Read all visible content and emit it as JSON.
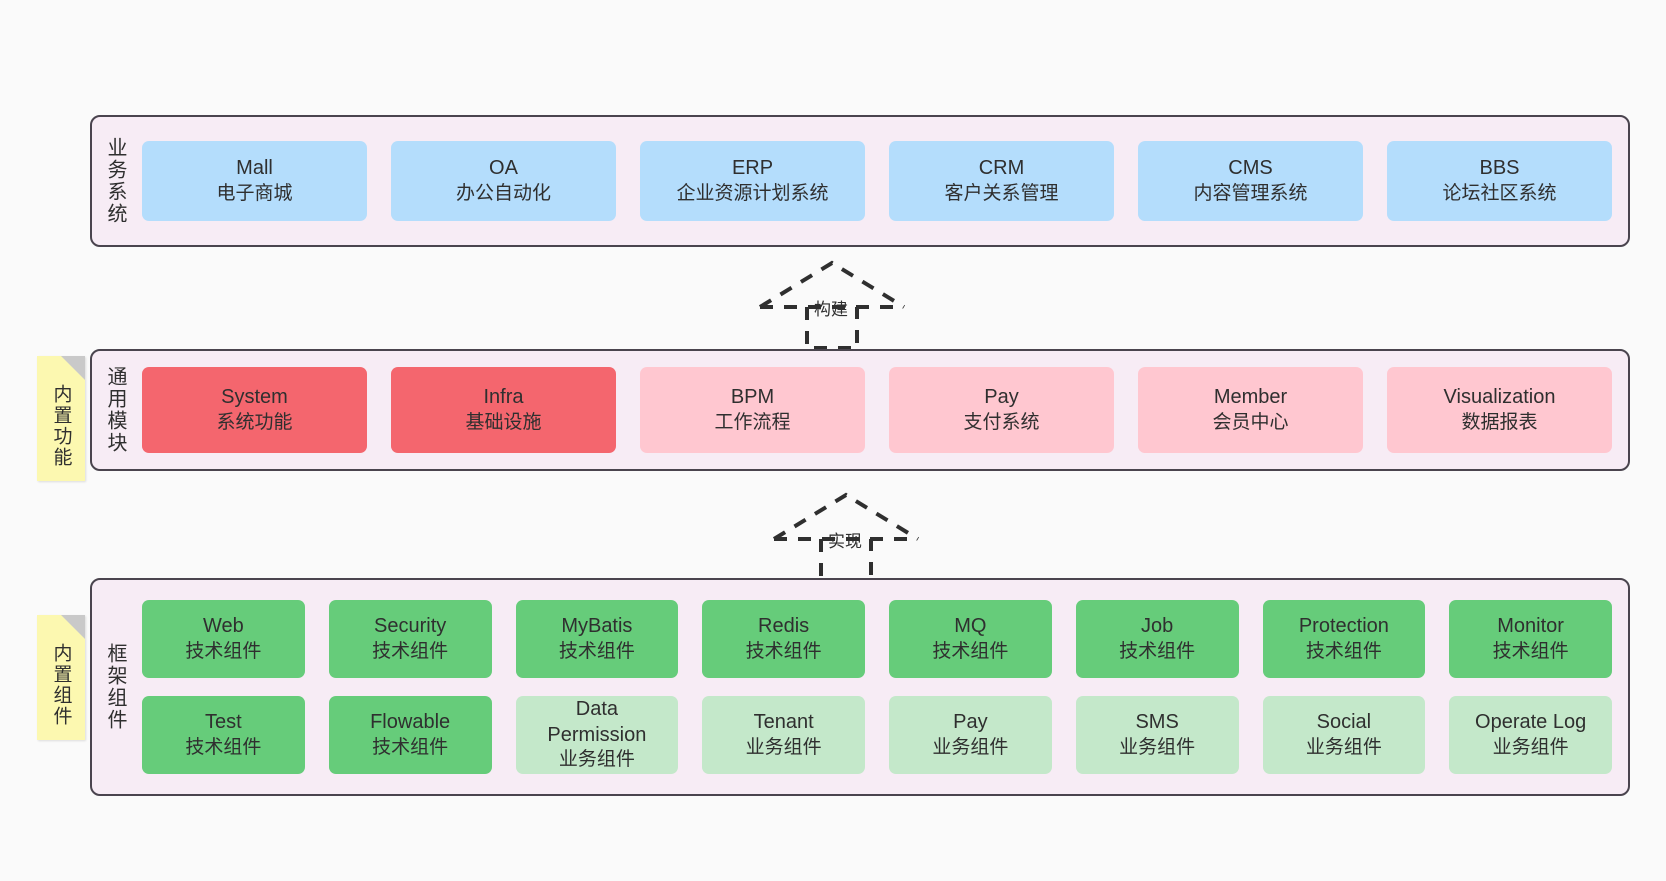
{
  "diagram": {
    "background": "#fafafa",
    "panel_bg": "#f7ecf5",
    "panel_border": "#4a444e"
  },
  "layers": [
    {
      "id": "business-system",
      "title": "业务系统",
      "note": null,
      "rows": [
        {
          "color": "#b4ddfc",
          "nodes": [
            {
              "en": "Mall",
              "cn": "电子商城"
            },
            {
              "en": "OA",
              "cn": "办公自动化"
            },
            {
              "en": "ERP",
              "cn": "企业资源计划系统"
            },
            {
              "en": "CRM",
              "cn": "客户关系管理"
            },
            {
              "en": "CMS",
              "cn": "内容管理系统"
            },
            {
              "en": "BBS",
              "cn": "论坛社区系统"
            }
          ]
        }
      ]
    },
    {
      "id": "common-module",
      "title": "通用模块",
      "note": "内置功能",
      "rows": [
        {
          "nodes": [
            {
              "en": "System",
              "cn": "系统功能",
              "color": "#f4666e"
            },
            {
              "en": "Infra",
              "cn": "基础设施",
              "color": "#f4666e"
            },
            {
              "en": "BPM",
              "cn": "工作流程",
              "color": "#ffc7d0"
            },
            {
              "en": "Pay",
              "cn": "支付系统",
              "color": "#ffc7d0"
            },
            {
              "en": "Member",
              "cn": "会员中心",
              "color": "#ffc7d0"
            },
            {
              "en": "Visualization",
              "cn": "数据报表",
              "color": "#ffc7d0"
            }
          ]
        }
      ]
    },
    {
      "id": "framework-component",
      "title": "框架组件",
      "note": "内置组件",
      "rows": [
        {
          "nodes": [
            {
              "en": "Web",
              "cn": "技术组件",
              "color": "#66cc7a"
            },
            {
              "en": "Security",
              "cn": "技术组件",
              "color": "#66cc7a"
            },
            {
              "en": "MyBatis",
              "cn": "技术组件",
              "color": "#66cc7a"
            },
            {
              "en": "Redis",
              "cn": "技术组件",
              "color": "#66cc7a"
            },
            {
              "en": "MQ",
              "cn": "技术组件",
              "color": "#66cc7a"
            },
            {
              "en": "Job",
              "cn": "技术组件",
              "color": "#66cc7a"
            },
            {
              "en": "Protection",
              "cn": "技术组件",
              "color": "#66cc7a"
            },
            {
              "en": "Monitor",
              "cn": "技术组件",
              "color": "#66cc7a"
            }
          ]
        },
        {
          "nodes": [
            {
              "en": "Test",
              "cn": "技术组件",
              "color": "#66cc7a"
            },
            {
              "en": "Flowable",
              "cn": "技术组件",
              "color": "#66cc7a"
            },
            {
              "en": "Data Permission",
              "cn": "业务组件",
              "color": "#c4e8ca"
            },
            {
              "en": "Tenant",
              "cn": "业务组件",
              "color": "#c4e8ca"
            },
            {
              "en": "Pay",
              "cn": "业务组件",
              "color": "#c4e8ca"
            },
            {
              "en": "SMS",
              "cn": "业务组件",
              "color": "#c4e8ca"
            },
            {
              "en": "Social",
              "cn": "业务组件",
              "color": "#c4e8ca"
            },
            {
              "en": "Operate Log",
              "cn": "业务组件",
              "color": "#c4e8ca"
            }
          ]
        }
      ]
    }
  ],
  "connectors": [
    {
      "id": "build",
      "label": "构建",
      "style": "dashed-generalization-up"
    },
    {
      "id": "implement",
      "label": "实现",
      "style": "dashed-generalization-up"
    }
  ]
}
